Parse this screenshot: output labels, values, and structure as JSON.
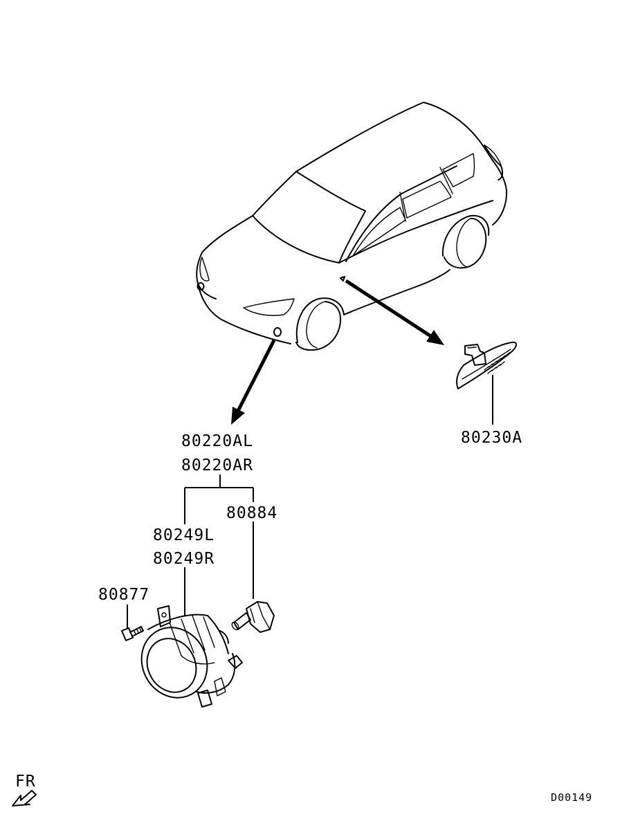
{
  "callouts": {
    "fog_lamp_assy_left": "80220AL",
    "fog_lamp_assy_right": "80220AR",
    "side_turn_lamp": "80230A",
    "bulb": "80884",
    "fog_lamp_unit_left": "80249L",
    "fog_lamp_unit_right": "80249R",
    "screw": "80877"
  },
  "orientation": {
    "label": "FR"
  },
  "drawing_code": "D00149"
}
